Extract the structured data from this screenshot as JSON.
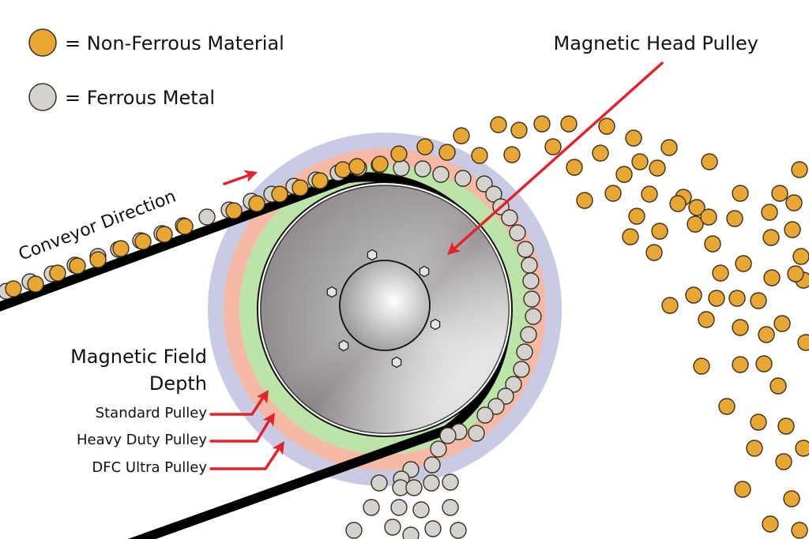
{
  "legend": {
    "items": [
      {
        "symbol": "orange-circle",
        "label": "= Non-Ferrous Material"
      },
      {
        "symbol": "gray-circle",
        "label": "= Ferrous Metal"
      }
    ]
  },
  "labels": {
    "head_pulley": "Magnetic Head Pulley",
    "conveyor_direction": "Conveyor Direction",
    "field_depth_line1": "Magnetic Field",
    "field_depth_line2": "Depth",
    "standard_pulley": "Standard Pulley",
    "heavy_duty_pulley": "Heavy Duty Pulley",
    "dfc_ultra_pulley": "DFC Ultra Pulley"
  },
  "colors": {
    "non_ferrous": "#E8A733",
    "ferrous": "#D4D2CE",
    "particle_stroke": "#3a3020",
    "arrow": "#E3222C",
    "belt": "#000000",
    "field_standard": "#BCE3A8",
    "field_heavy_duty": "#F6B9A6",
    "field_dfc_ultra": "#C9CAE4"
  }
}
